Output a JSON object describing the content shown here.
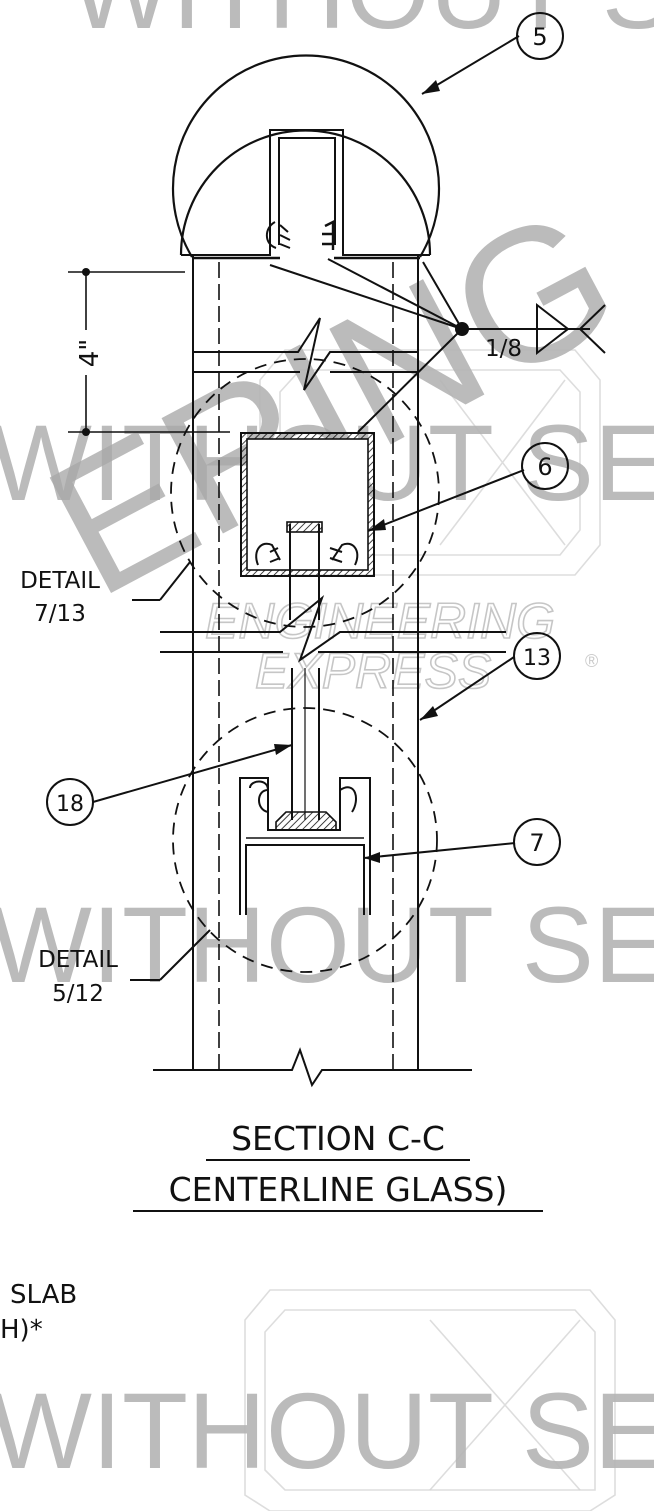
{
  "callouts": {
    "c5": "5",
    "c6": "6",
    "c13": "13",
    "c18": "18",
    "c7": "7"
  },
  "dimension": {
    "height": "4\""
  },
  "weld": {
    "size": "1/8"
  },
  "details": {
    "upper_line1": "DETAIL",
    "upper_line2": "7/13",
    "lower_line1": "DETAIL",
    "lower_line2": "5/12"
  },
  "section": {
    "title_line1": "SECTION C-C",
    "title_line2": "CENTERLINE GLASS)"
  },
  "partial_note": {
    "line1": "SLAB",
    "line2": "H)*"
  },
  "watermark": {
    "top": "WITHOUT SE",
    "diagonal": "ERING",
    "row1": "WITHOUT SE",
    "row2": "WITHOUT SE",
    "row3": "WITHOUT SE",
    "logo_line1": "ENGINEERING",
    "logo_line2": "EXPRESS",
    "registered": "®"
  }
}
